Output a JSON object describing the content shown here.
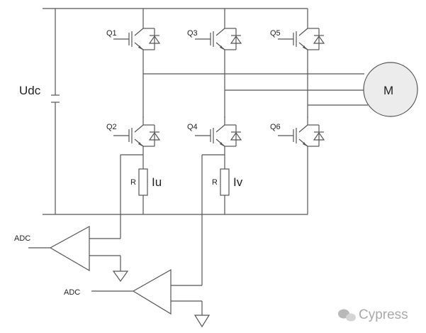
{
  "diagram": {
    "supply_label": "Udc",
    "motor_label": "M",
    "transistors": [
      "Q1",
      "Q3",
      "Q5",
      "Q2",
      "Q4",
      "Q6"
    ],
    "shunt_labels": [
      "R",
      "R"
    ],
    "current_labels": [
      "Iu",
      "Iv"
    ],
    "adc_labels": [
      "ADC",
      "ADC"
    ],
    "watermark": "Cypress"
  }
}
